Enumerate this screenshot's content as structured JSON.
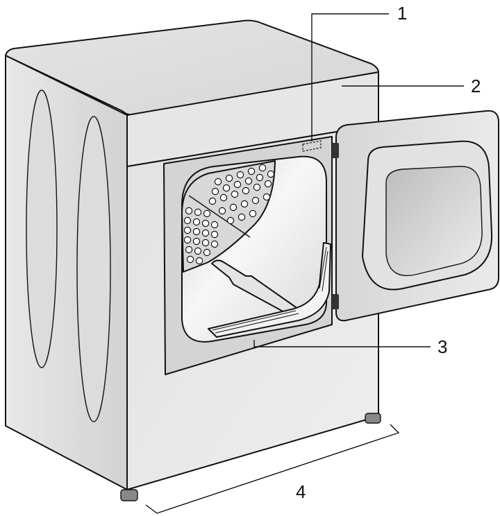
{
  "figure": {
    "subject": "dryer-with-open-door",
    "colors": {
      "line": "#111111",
      "body_light": "#f0f0f0",
      "body_mid": "#d9d9d9",
      "body_dark": "#bfbfbf",
      "background": "#ffffff"
    }
  },
  "callouts": [
    {
      "id": "1",
      "label": "1"
    },
    {
      "id": "2",
      "label": "2"
    },
    {
      "id": "3",
      "label": "3"
    },
    {
      "id": "4",
      "label": "4"
    }
  ]
}
